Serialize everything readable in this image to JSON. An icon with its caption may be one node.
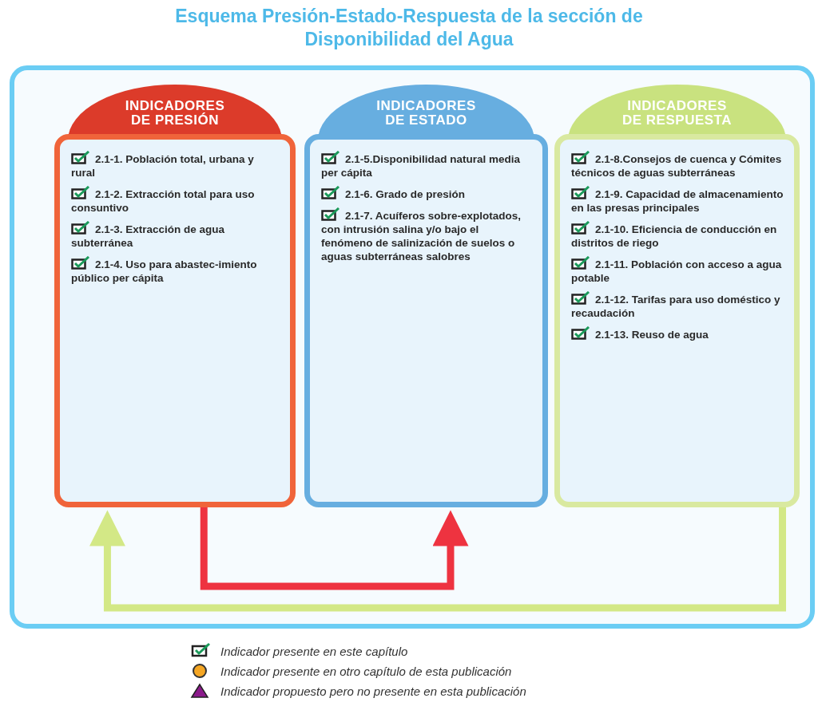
{
  "diagram": {
    "title": "Esquema Presión-Estado-Respuesta de la sección de Disponibilidad del Agua",
    "nodes": [
      {
        "text": [],
        "shape": "box"
      },
      {
        "text": [
          "INDICADORES DE PRESIÓN",
          "2.1-1. Población total, urbana y rural",
          "2.1-2. Extracción total para uso consuntivo",
          "2.1-3. Extracción de agua subterránea",
          "2.1-4. Uso para abastec-imiento público per cápita"
        ],
        "in": 0
      },
      {
        "text": [
          "INDICADORES DE ESTADO",
          "2.1-5.Disponibilidad natural media per cápita",
          "2.1-6. Grado de presión",
          "2.1-7. Acuíferos sobre-explotados, con intrusión salina y/o bajo el fenómeno de salinización de suelos o aguas subterráneas salobres"
        ],
        "in": 0
      },
      {
        "text": [
          "INDICADORES DE RESPUESTA",
          "2.1-8.Consejos de cuenca y Cómites técnicos de aguas subterráneas",
          "2.1-9. Capacidad de almacenamiento en las presas principales",
          "2.1-10. Eficiencia de conducción en distritos de riego",
          "2.1-11. Población con acceso a agua potable",
          "2.1-12. Tarifas para uso doméstico y recaudación",
          "2.1-13. Reuso de agua"
        ],
        "in": 0
      }
    ],
    "edges": [
      {
        "from": 1,
        "to": 2,
        "arrow": "to",
        "color": "#ee3340"
      },
      {
        "from": 3,
        "to": 1,
        "arrow": "to",
        "color": "#d3e886"
      }
    ],
    "legend": [
      {
        "text": "Indicador presente en este capítulo"
      },
      {
        "text": "Indicador presente en otro capítulo de esta publicación"
      },
      {
        "text": "Indicador propuesto pero no presente en esta publicación"
      }
    ]
  }
}
